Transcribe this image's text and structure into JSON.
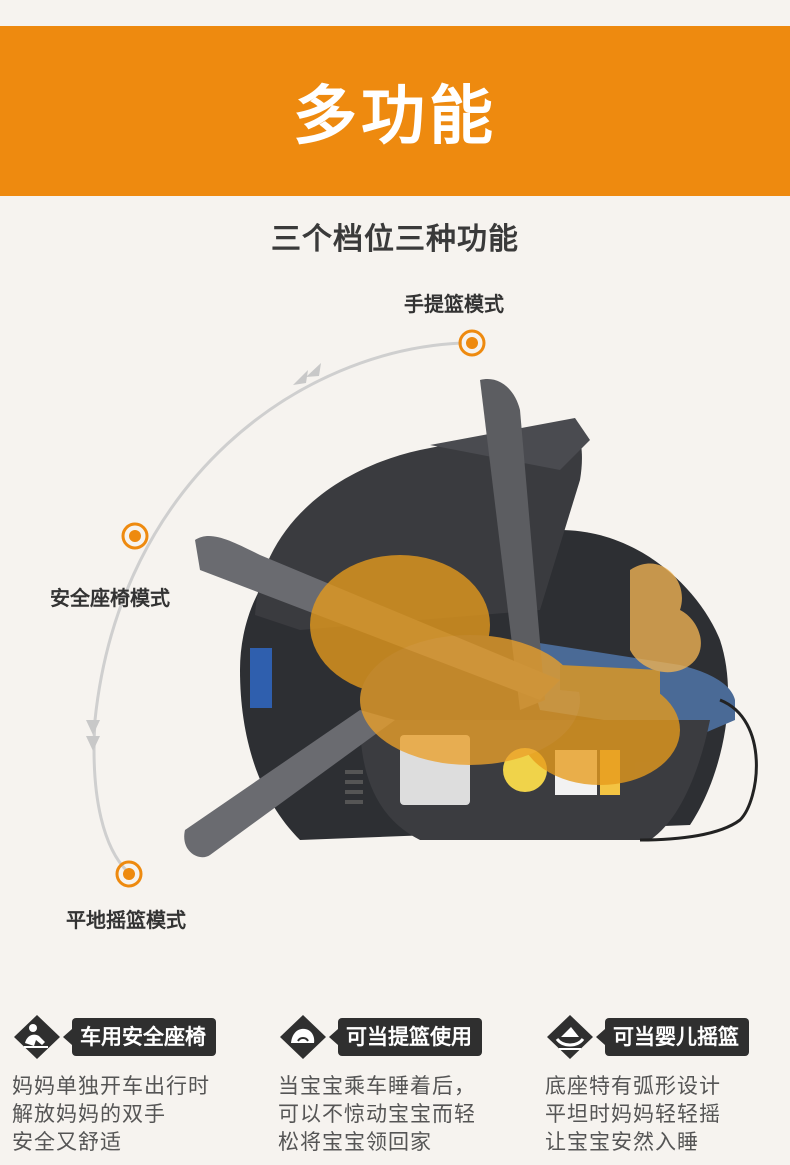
{
  "banner": {
    "title": "多功能"
  },
  "subtitle": "三个档位三种功能",
  "modes": {
    "handle": "手提篮模式",
    "car_seat": "安全座椅模式",
    "rocker": "平地摇篮模式"
  },
  "colors": {
    "accent": "#ee8a0f",
    "pill_bg": "#2f2f2f",
    "background": "#f6f3ef"
  },
  "features": [
    {
      "icon": "car-seat-icon",
      "title": "车用安全座椅",
      "lines": [
        "妈妈单独开车出行时",
        "解放妈妈的双手",
        "安全又舒适"
      ]
    },
    {
      "icon": "sleeping-baby-icon",
      "title": "可当提篮使用",
      "lines": [
        "当宝宝乘车睡着后，",
        "可以不惊动宝宝而轻",
        "松将宝宝领回家"
      ]
    },
    {
      "icon": "cradle-icon",
      "title": "可当婴儿摇篮",
      "lines": [
        "底座特有弧形设计",
        "平坦时妈妈轻轻摇",
        "让宝宝安然入睡"
      ]
    }
  ]
}
